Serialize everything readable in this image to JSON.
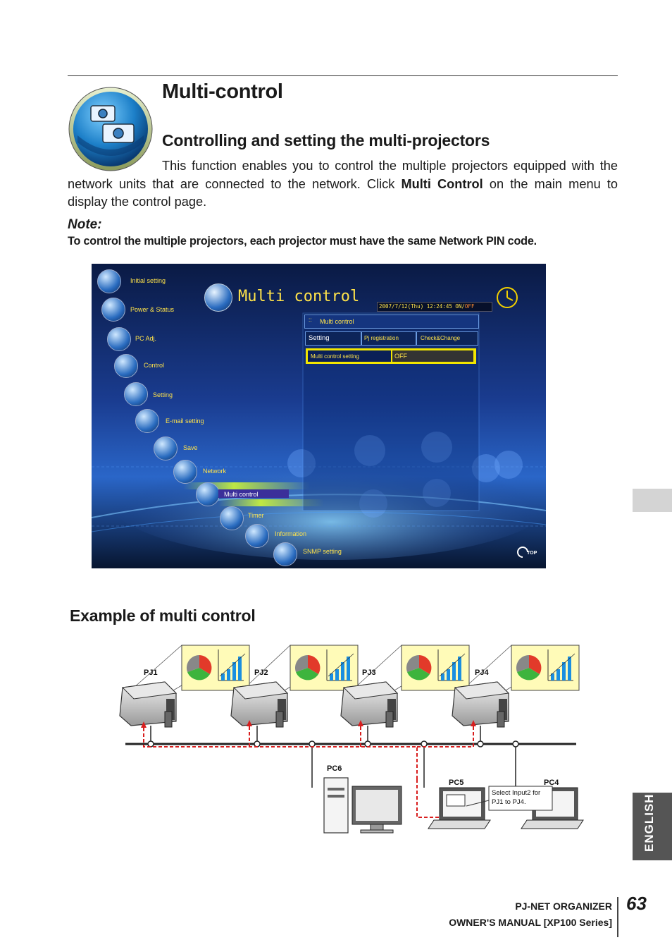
{
  "header": {
    "title": "Multi-control",
    "subtitle": "Controlling and setting the multi-projectors"
  },
  "intro": {
    "text_before": "This function enables you to control the multiple projectors equipped with the network units that are connected to the network. Click ",
    "bold": "Multi Control",
    "text_after": " on the main menu to display the control page."
  },
  "note": {
    "label": "Note:",
    "text": "To control the multiple projectors, each projector must have the same Network PIN code."
  },
  "screenshot": {
    "menu_items": [
      "Initial setting",
      "Power & Status",
      "PC Adj.",
      "Control",
      "Setting",
      "E-mail setting",
      "Save",
      "Network",
      "Multi control",
      "Timer",
      "Information",
      "SNMP setting"
    ],
    "heading": "Multi control",
    "datetime": "2007/7/12(Thu)  12:24:45 ON/",
    "datetime_state": "OFF",
    "panel_title": "Multi control",
    "tabs": [
      "Setting",
      "Pj registration",
      "Check&Change"
    ],
    "setting_label": "Multi control setting",
    "setting_value": "OFF",
    "top_button": "TOP"
  },
  "example": {
    "title": "Example of multi control",
    "projectors": [
      "PJ1",
      "PJ2",
      "PJ3",
      "PJ4"
    ],
    "pcs": [
      "PC6",
      "PC5",
      "PC4"
    ],
    "callout_line1": "Select Input2 for",
    "callout_line2": "PJ1 to PJ4."
  },
  "sidebar": {
    "language": "ENGLISH"
  },
  "footer": {
    "product": "PJ-NET ORGANIZER",
    "manual": "OWNER'S MANUAL [XP100 Series]",
    "page": "63"
  },
  "colors": {
    "screen_bg": "#0b1d4d",
    "accent_yellow": "#f2e600",
    "dashed_red": "#d81e1e"
  }
}
